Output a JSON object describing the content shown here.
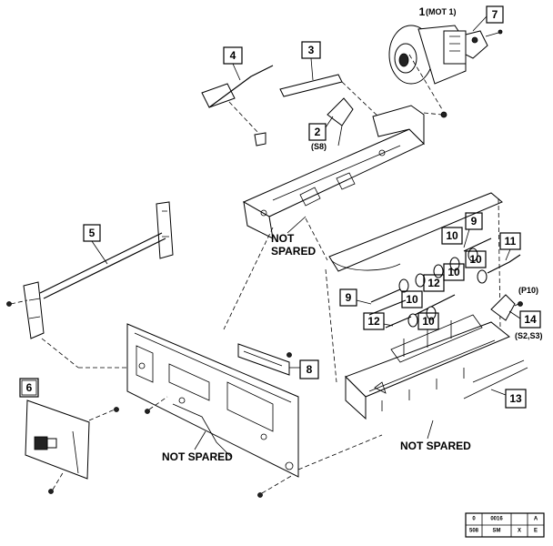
{
  "callouts": {
    "c1": "1",
    "c2": "2",
    "c3": "3",
    "c4": "4",
    "c5": "5",
    "c6": "6",
    "c7": "7",
    "c8": "8",
    "c9a": "9",
    "c9b": "9",
    "c10a": "10",
    "c10b": "10",
    "c10c": "10",
    "c10d": "10",
    "c10e": "10",
    "c11": "11",
    "c12a": "12",
    "c12b": "12",
    "c13": "13",
    "c14": "14"
  },
  "annotations": {
    "mot1": "(MOT 1)",
    "s8": "(S8)",
    "p10": "(P10)",
    "s2s3": "(S2,S3)"
  },
  "not_spared": {
    "top_line1": "NOT",
    "top_line2": "SPARED",
    "left": "NOT SPARED",
    "right": "NOT SPARED"
  },
  "title_block": {
    "r1c1": "0",
    "r1c2": "0016",
    "r1c3": "A",
    "r2c1": "508",
    "r2c2": "SM",
    "r2c3": "X",
    "r2c4": "E"
  }
}
